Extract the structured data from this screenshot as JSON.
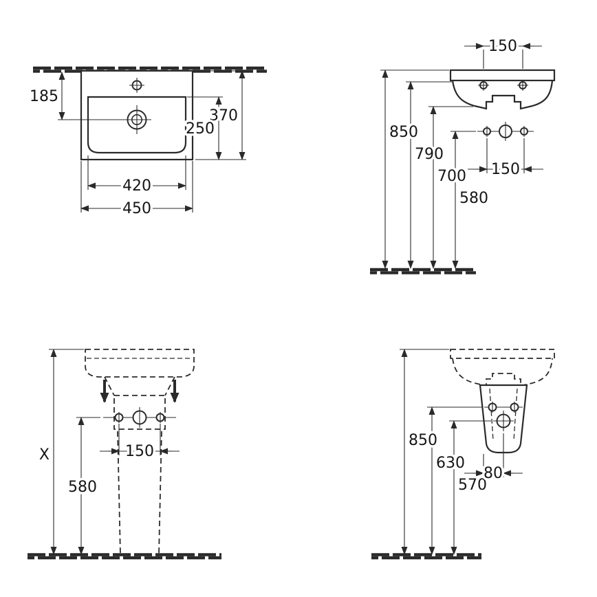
{
  "drawing": {
    "background_color": "#ffffff",
    "line_color": "#2a2a2a",
    "description": "Washbasin installation dimension drawing, four orthographic views",
    "views": {
      "plan": {
        "name": "washbasin top view",
        "dims": {
          "back_offset": "185",
          "total_depth": "370",
          "front_depth": "250",
          "inner_width": "420",
          "total_width": "450"
        }
      },
      "side": {
        "name": "washbasin side view on wall",
        "dims": {
          "tap_hole_spacing": "150",
          "rim_height": "850",
          "underside_height": "790",
          "body_bottom_height": "700",
          "fixing_height": "580",
          "fixing_hole_spacing": "150"
        }
      },
      "front_with_pedestal": {
        "name": "front view with pedestal",
        "dims": {
          "pedestal_height": "X",
          "fixing_hole_spacing": "150",
          "fixing_height": "580"
        }
      },
      "side_with_pedestal": {
        "name": "side view with semi-pedestal",
        "dims": {
          "rim_height": "850",
          "upper_fixing_height": "630",
          "lower_fixing_height": "570",
          "fixing_offset": "80"
        }
      }
    }
  }
}
